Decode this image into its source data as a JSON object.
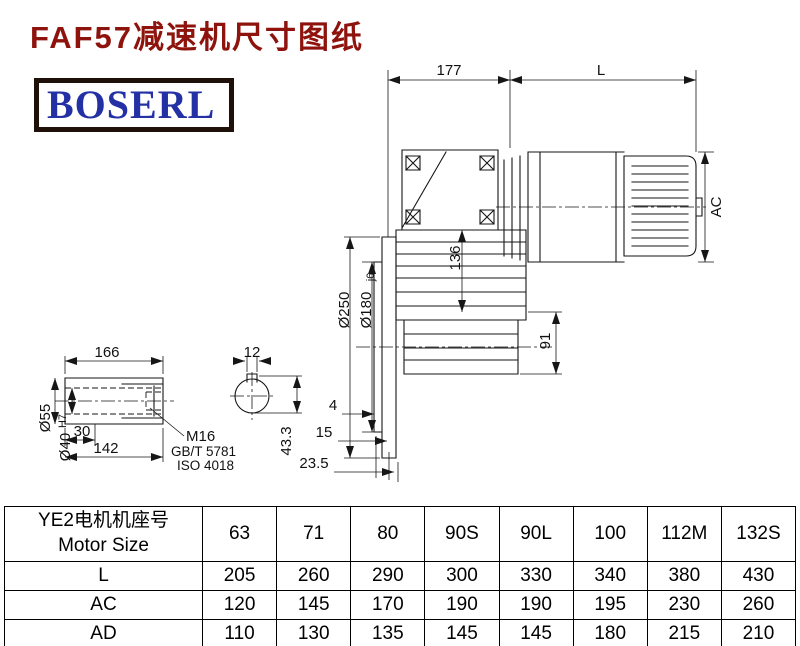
{
  "page": {
    "title": "FAF57减速机尺寸图纸"
  },
  "logo": {
    "text": "BOSERL"
  },
  "drawing": {
    "dims": {
      "gear_unit_length": "177",
      "motor_length": "L",
      "motor_diameter": "AC",
      "housing_center": "136",
      "housing_lower": "91",
      "flange_diameter": "Ø250",
      "spigot_diameter": "Ø180",
      "spigot_tolerance": "j6",
      "flange_offset_a": "4",
      "flange_offset_b": "15",
      "flange_offset_c": "23.5",
      "shaft_length": "166",
      "keyway_width": "12",
      "shaft_diameter": "Ø55",
      "bore_diameter": "Ø40",
      "bore_tolerance": "H7",
      "key_length": "30",
      "hub_length": "142",
      "thread_size": "M16",
      "thread_standard_gb": "GB/T 5781",
      "thread_standard_iso": "ISO 4018",
      "keyway_depth": "43.3"
    }
  },
  "table": {
    "header": {
      "line1": "YE2电机机座号",
      "line2": "Motor Size"
    },
    "frame_sizes": [
      "63",
      "71",
      "80",
      "90S",
      "90L",
      "100",
      "112M",
      "132S"
    ],
    "rows": [
      {
        "label": "L",
        "values": [
          "205",
          "260",
          "290",
          "300",
          "330",
          "340",
          "380",
          "430"
        ]
      },
      {
        "label": "AC",
        "values": [
          "120",
          "145",
          "170",
          "190",
          "190",
          "195",
          "230",
          "260"
        ]
      },
      {
        "label": "AD",
        "values": [
          "110",
          "130",
          "135",
          "145",
          "145",
          "180",
          "215",
          "210"
        ]
      }
    ]
  }
}
